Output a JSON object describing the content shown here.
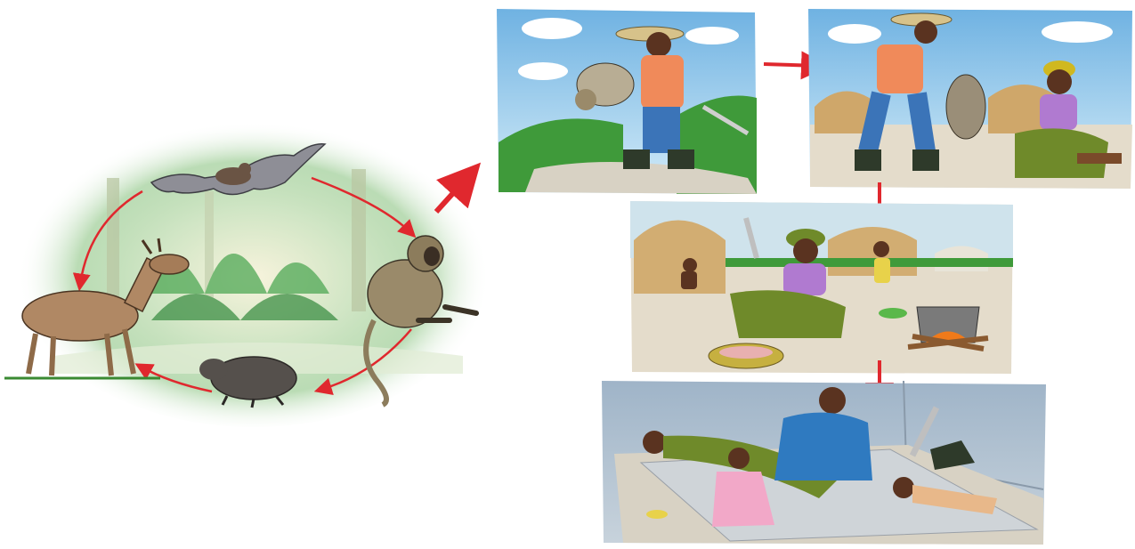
{
  "colors": {
    "arrow": "#e0282e",
    "sky": "#9ccbeb",
    "foliage": "#3f9a3a",
    "ground": "#d8d2c4",
    "skin": "#5a3320",
    "wrapper": "#6f8a2a"
  },
  "reservoir": {
    "animals": [
      {
        "name": "bat",
        "icon": "bat-icon"
      },
      {
        "name": "monkey",
        "icon": "monkey-icon"
      },
      {
        "name": "agouti",
        "icon": "rodent-icon"
      },
      {
        "name": "antelope",
        "icon": "antelope-icon"
      }
    ]
  },
  "panels": [
    {
      "scene": "hunter-carries-monkey"
    },
    {
      "scene": "hunter-gives-monkey-to-woman"
    },
    {
      "scene": "woman-butchers-and-cooks-meat"
    },
    {
      "scene": "family-falls-ill"
    }
  ]
}
